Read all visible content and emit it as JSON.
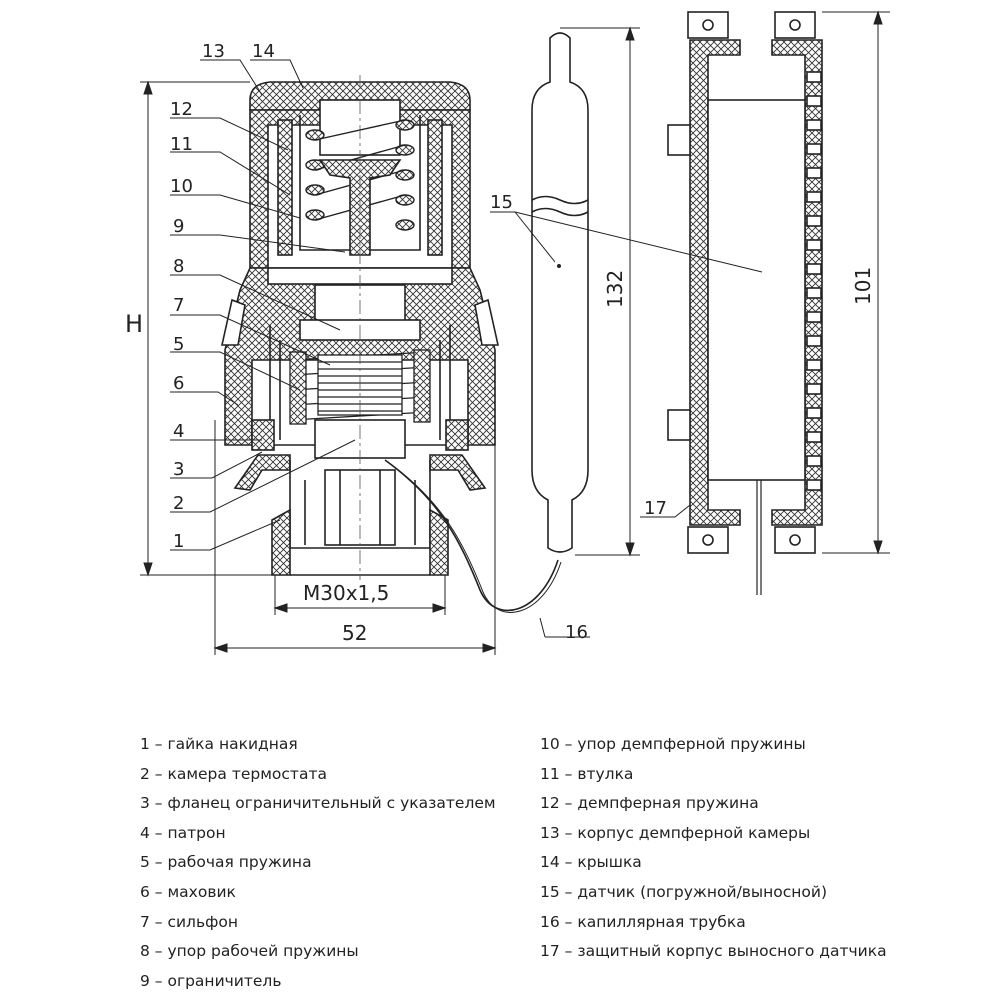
{
  "callouts": [
    "1",
    "2",
    "3",
    "4",
    "5",
    "6",
    "7",
    "8",
    "9",
    "10",
    "11",
    "12",
    "13",
    "14",
    "15",
    "16",
    "17"
  ],
  "dimensions": {
    "height_label": "H",
    "thread_label": "M30x1,5",
    "width_label": "52",
    "probe_length_label": "132",
    "housing_length_label": "101"
  },
  "legend": {
    "left": [
      "1 – гайка накидная",
      "2 – камера термостата",
      "3 – фланец ограничительный с указателем",
      "4 – патрон",
      "5 – рабочая пружина",
      "6 – маховик",
      "7 – сильфон",
      "8 – упор рабочей пружины",
      "9 – ограничитель"
    ],
    "right": [
      "10 – упор демпферной пружины",
      "11 – втулка",
      "12 – демпферная пружина",
      "13 – корпус демпферной камеры",
      "14 – крышка",
      "15 – датчик (погружной/выносной)",
      "16 – капиллярная трубка",
      "17 – защитный корпус выносного датчика"
    ]
  }
}
